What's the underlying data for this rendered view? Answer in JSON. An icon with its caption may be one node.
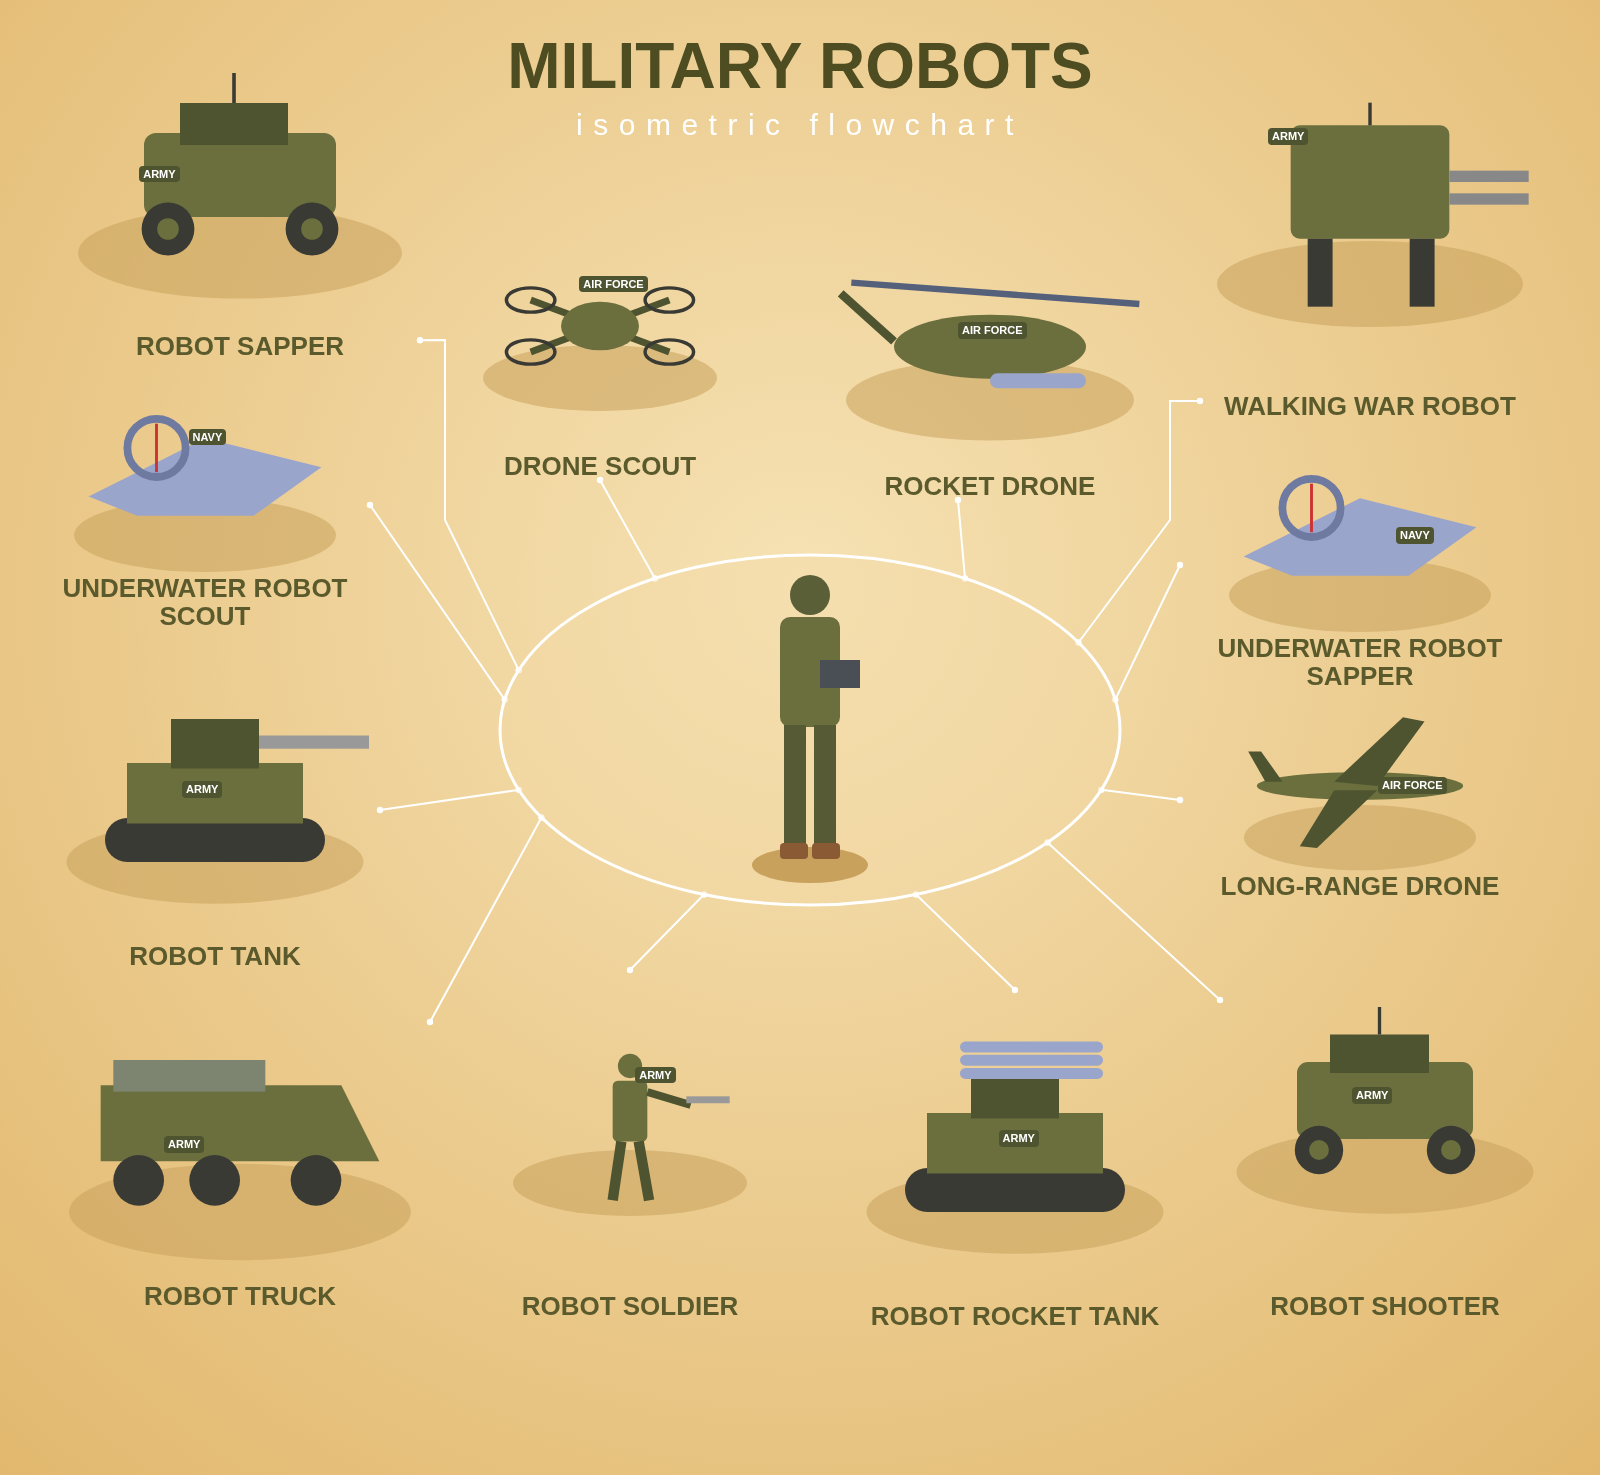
{
  "diagram": {
    "title": "MILITARY ROBOTS",
    "nodes": [
      {
        "text": [],
        "shape": "circle"
      },
      {
        "text": [],
        "shape": "person",
        "in": 0
      },
      {
        "text": [
          "ROBOT SAPPER"
        ]
      },
      {
        "text": [
          "DRONE SCOUT"
        ]
      },
      {
        "text": [
          "ROCKET DRONE"
        ]
      },
      {
        "text": [
          "WALKING WAR ROBOT"
        ]
      },
      {
        "text": [
          "UNDERWATER ROBOT SCOUT"
        ]
      },
      {
        "text": [
          "UNDERWATER ROBOT SAPPER"
        ]
      },
      {
        "text": [
          "ROBOT TANK"
        ]
      },
      {
        "text": [
          "LONG-RANGE DRONE"
        ]
      },
      {
        "text": [
          "ROBOT TRUCK"
        ]
      },
      {
        "text": [
          "ROBOT SOLDIER"
        ]
      },
      {
        "text": [
          "ROBOT ROCKET TANK"
        ]
      },
      {
        "text": [
          "ROBOT SHOOTER"
        ]
      }
    ],
    "edges": [
      {
        "from": 2,
        "to": 0,
        "arrow": "other"
      },
      {
        "from": 3,
        "to": 0,
        "arrow": "other"
      },
      {
        "from": 4,
        "to": 0,
        "arrow": "other"
      },
      {
        "from": 5,
        "to": 0,
        "arrow": "other"
      },
      {
        "from": 6,
        "to": 0,
        "arrow": "other"
      },
      {
        "from": 7,
        "to": 0,
        "arrow": "other"
      },
      {
        "from": 8,
        "to": 0,
        "arrow": "other"
      },
      {
        "from": 9,
        "to": 0,
        "arrow": "other"
      },
      {
        "from": 10,
        "to": 0,
        "arrow": "other"
      },
      {
        "from": 11,
        "to": 0,
        "arrow": "other"
      },
      {
        "from": 12,
        "to": 0,
        "arrow": "other"
      },
      {
        "from": 13,
        "to": 0,
        "arrow": "other"
      }
    ],
    "labels": [
      "isometric flowchart",
      "ARMY",
      "AIR FORCE",
      "AIR FORCE",
      "ARMY",
      "NAVY",
      "NAVY",
      "ARMY",
      "AIR FORCE",
      "ARMY",
      "ARMY",
      "ARMY",
      "ARMY"
    ]
  }
}
